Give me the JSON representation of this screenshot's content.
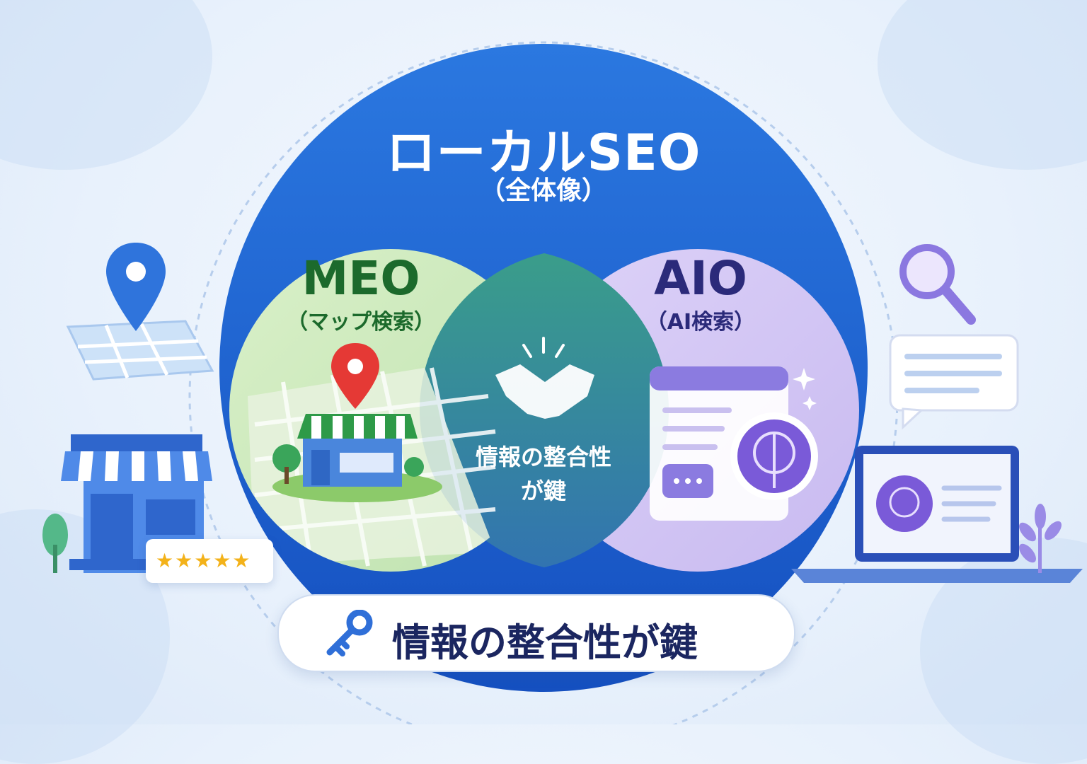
{
  "diagram": {
    "title": "ローカルSEO",
    "subtitle": "（全体像）",
    "left_circle": {
      "title": "MEO",
      "subtitle": "（マップ検索）"
    },
    "right_circle": {
      "title": "AIO",
      "subtitle": "（AI検索）"
    },
    "intersection_label": "情報の整合性が鍵",
    "bottom_banner": "情報の整合性が鍵",
    "rating": "★★★★★"
  },
  "colors": {
    "outer_circle": "#1b5fce",
    "meo_circle": "#cdeabd",
    "aio_circle": "#d4c8f4",
    "intersection": "#2f8f9a",
    "meo_text": "#1c6a2c",
    "aio_text": "#2b2a7a",
    "banner_text": "#1b2660",
    "star": "#f3b21a"
  },
  "icons": [
    "map-pin-icon",
    "store-icon",
    "star-icon",
    "handshake-icon",
    "magnifier-icon",
    "chat-bubble-icon",
    "laptop-icon",
    "brain-icon",
    "sparkle-icon",
    "key-icon",
    "tree-icon"
  ]
}
